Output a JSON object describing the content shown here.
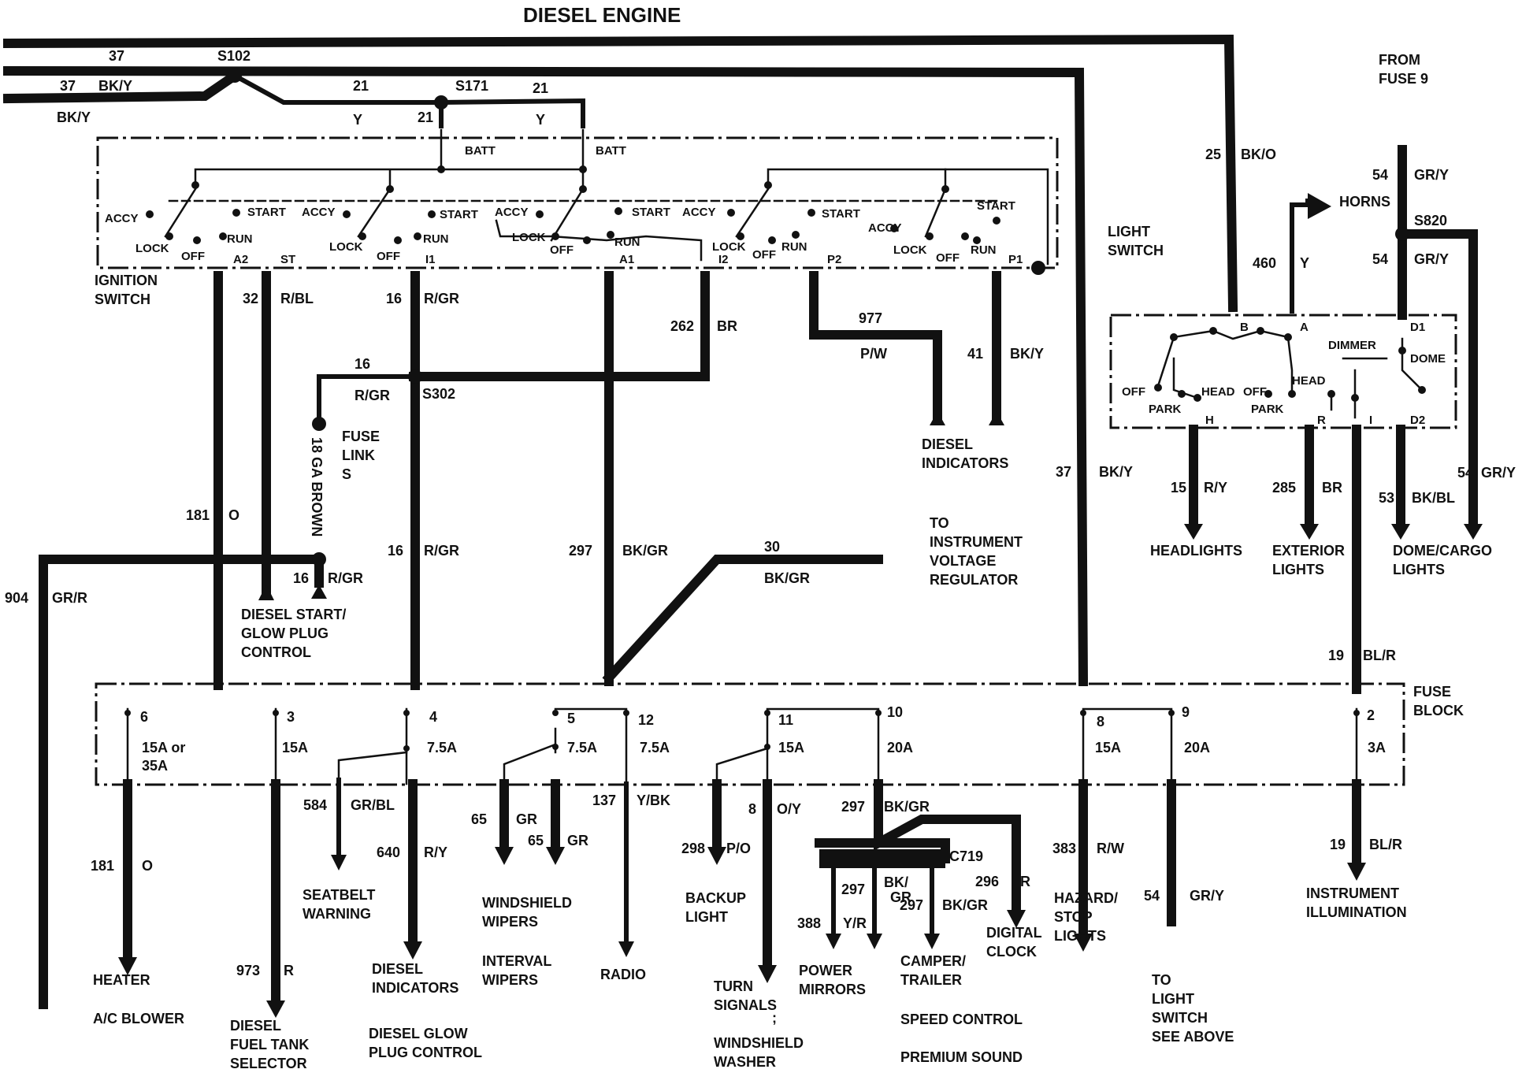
{
  "title": "DIESEL ENGINE",
  "ign": {
    "batt": "BATT",
    "accy": "ACCY",
    "start": "START",
    "lock": "LOCK",
    "off": "OFF",
    "run": "RUN",
    "a2": "A2",
    "st": "ST",
    "i1": "I1",
    "a1": "A1",
    "i2": "I2",
    "p2": "P2",
    "p1": "P1",
    "name1": "IGNITION",
    "name2": "SWITCH"
  },
  "labels": {
    "w37a": "37",
    "w37b": "37",
    "bky": "BK/Y",
    "s102": "S102",
    "w21": "21",
    "w21y": "21",
    "y": "Y",
    "s171": "S171",
    "w32": "32",
    "rbl": "R/BL",
    "w16": "16",
    "rgr": "R/GR",
    "w262": "262",
    "br": "BR",
    "w977": "977",
    "pw": "P/W",
    "w41": "41",
    "s302": "S302",
    "fuselink1": "FUSE",
    "fuselink2": "LINK",
    "fuselink3": "S",
    "gauge": "18 GA BROWN",
    "w181": "181",
    "o": "O",
    "w297": "297",
    "bkgr": "BK/GR",
    "w30": "30",
    "w904": "904",
    "grr": "GR/R",
    "w25": "25",
    "bko": "BK/O",
    "w54": "54",
    "gry": "GR/Y",
    "s820": "S820",
    "w460": "460",
    "w15": "15",
    "ry": "R/Y",
    "w285": "285",
    "w53": "53",
    "bkbl": "BK/BL",
    "w19": "19",
    "blr": "BL/R",
    "w584": "584",
    "grbl": "GR/BL",
    "w640": "640",
    "w65": "65",
    "gr": "GR",
    "w137": "137",
    "ybk": "Y/BK",
    "w8": "8",
    "oy": "O/Y",
    "w298": "298",
    "po": "P/O",
    "c719": "C719",
    "bkslash": "BK/",
    "w296": "296",
    "r": "R",
    "w388": "388",
    "yr": "Y/R",
    "w383": "383",
    "rw": "R/W",
    "w973": "973"
  },
  "ls": {
    "b": "B",
    "a": "A",
    "d1": "D1",
    "dimmer": "DIMMER",
    "dome": "DOME",
    "off": "OFF",
    "head": "HEAD",
    "park": "PARK",
    "h": "H",
    "r": "R",
    "i": "I",
    "d2": "D2",
    "from1": "FROM",
    "from2": "FUSE 9",
    "horns": "HORNS",
    "name1": "LIGHT",
    "name2": "SWITCH"
  },
  "fb": {
    "name1": "FUSE",
    "name2": "BLOCK",
    "f6": "6",
    "f6a": "15A or",
    "f6b": "35A",
    "f3": "3",
    "f3r": "15A",
    "f4": "4",
    "f4r": "7.5A",
    "f5": "5",
    "f5r": "7.5A",
    "f12": "12",
    "f12r": "7.5A",
    "f11": "11",
    "f11r": "15A",
    "f10": "10",
    "f10r": "20A",
    "f8": "8",
    "f8r": "15A",
    "f9": "9",
    "f9r": "20A",
    "f2": "2",
    "f2r": "3A"
  },
  "dest": {
    "diesel_ind_top1": "DIESEL",
    "diesel_ind_top2": "INDICATORS",
    "diesel_start1": "DIESEL START/",
    "diesel_start2": "GLOW PLUG",
    "diesel_start3": "CONTROL",
    "volt1": "TO",
    "volt2": "INSTRUMENT",
    "volt3": "VOLTAGE",
    "volt4": "REGULATOR",
    "headlights": "HEADLIGHTS",
    "ext1": "EXTERIOR",
    "ext2": "LIGHTS",
    "dome1": "DOME/CARGO",
    "dome2": "LIGHTS",
    "heater": "HEATER",
    "acblower": "A/C BLOWER",
    "fuel1": "DIESEL",
    "fuel2": "FUEL TANK",
    "fuel3": "SELECTOR",
    "seatbelt1": "SEATBELT",
    "seatbelt2": "WARNING",
    "dind1": "DIESEL",
    "dind2": "INDICATORS",
    "glow1": "DIESEL GLOW",
    "glow2": "PLUG CONTROL",
    "wipers1": "WINDSHIELD",
    "wipers2": "WIPERS",
    "interval1": "INTERVAL",
    "interval2": "WIPERS",
    "radio": "RADIO",
    "backup1": "BACKUP",
    "backup2": "LIGHT",
    "turn1": "TURN",
    "turn2": "SIGNALS",
    "semicolon": ";",
    "washer1": "WINDSHIELD",
    "washer2": "WASHER",
    "mirrors1": "POWER",
    "mirrors2": "MIRRORS",
    "camper1": "CAMPER/",
    "camper2": "TRAILER",
    "speed": "SPEED CONTROL",
    "premium": "PREMIUM SOUND",
    "clock1": "DIGITAL",
    "clock2": "CLOCK",
    "hazard1": "HAZARD/",
    "hazard2": "STOP",
    "hazard3": "LIGHTS",
    "tls1": "TO",
    "tls2": "LIGHT",
    "tls3": "SWITCH",
    "tls4": "SEE ABOVE",
    "instr1": "INSTRUMENT",
    "instr2": "ILLUMINATION"
  }
}
